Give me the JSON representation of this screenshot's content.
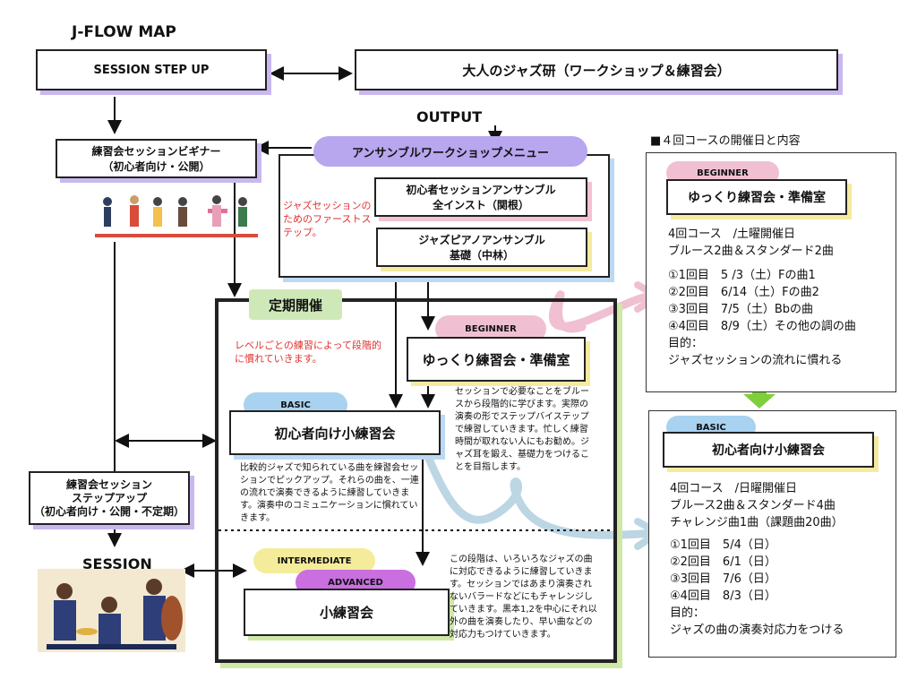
{
  "title": "J-FLOW MAP",
  "top": {
    "left": "SESSION STEP UP",
    "right": "大人のジャズ研（ワークショップ＆練習会）"
  },
  "output_label": "OUTPUT",
  "beginner_session": {
    "line1": "練習会セッションビギナー",
    "line2": "（初心者向け・公開）"
  },
  "stepup_session": {
    "line1": "練習会セッション",
    "line2": "ステップアップ",
    "line3": "（初心者向け・公開・不定期）"
  },
  "session_label": "SESSION",
  "workshop": {
    "menu_label": "アンサンブルワークショップメニュー",
    "note": "ジャズセッションのためのファーストステップ。",
    "item1": {
      "line1": "初心者セッションアンサンブル",
      "line2": "全インスト（関根）"
    },
    "item2": {
      "line1": "ジャズピアノアンサンブル",
      "line2": "基礎（中林）"
    }
  },
  "regular": {
    "label": "定期開催",
    "note": "レベルごとの練習によって段階的に慣れていきます。",
    "beginner_tag": "BEGINNER",
    "beginner_title": "ゆっくり練習会・準備室",
    "beginner_desc": "セッションで必要なことをブルースから段階的に学びます。実際の演奏の形でステップバイステップで練習していきます。忙しく練習時間が取れない人にもお勧め。ジャズ耳を鍛え、基礎力をつけることを目指します。",
    "basic_tag": "BASIC",
    "basic_title": "初心者向け小練習会",
    "basic_desc": "比較的ジャズで知られている曲を練習会セッションでピックアップ。それらの曲を、一連の流れで演奏できるように練習していきます。演奏中のコミュニケーションに慣れていきます。",
    "intermediate_tag": "INTERMEDIATE",
    "advanced_tag": "ADVANCED",
    "small_title": "小練習会",
    "small_desc": "この段階は、いろいろなジャズの曲に対応できるように練習していきます。セッションではあまり演奏されないバラードなどにもチャレンジしていきます。黒本1,2を中心にそれ以外の曲を演奏したり、早い曲などの対応力もつけていきます。"
  },
  "schedule_header": "■４回コースの開催日と内容",
  "course1": {
    "tag": "BEGINNER",
    "title": "ゆっくり練習会・準備室",
    "line1": "4回コース　/土曜開催日",
    "line2": "ブルース2曲＆スタンダード2曲",
    "dates": [
      "①1回目　5 /3（土）Fの曲1",
      "②2回目　6/14（土）Fの曲2",
      "③3回目　7/5（土）Bbの曲",
      "④4回目　8/9（土）その他の調の曲"
    ],
    "purpose_label": "目的：",
    "purpose": "ジャズセッションの流れに慣れる"
  },
  "course2": {
    "tag": "BASIC",
    "title": "初心者向け小練習会",
    "line1": "4回コース　/日曜開催日",
    "line2": "ブルース2曲＆スタンダード4曲",
    "line3": "チャレンジ曲1曲（課題曲20曲）",
    "dates": [
      "①1回目　5/4（日）",
      "②2回目　6/1（日）",
      "③3回目　7/6（日）",
      "④4回目　8/3（日）"
    ],
    "purpose_label": "目的：",
    "purpose": "ジャズの曲の演奏対応力をつける"
  },
  "colors": {
    "purple": "#b8a6ee",
    "blue": "#a9d2f0",
    "pink": "#f0c0d2",
    "green": "#a6d49a",
    "yellow": "#f4ec9a",
    "advanced": "#c96fe0",
    "red": "#e0322e"
  }
}
